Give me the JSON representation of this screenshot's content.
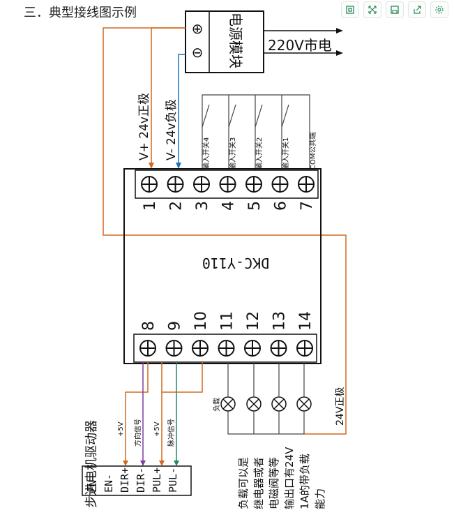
{
  "title": "三．典型接线图示例",
  "toolbar": {
    "icons": [
      "fit-screen-icon",
      "expand-icon",
      "save-icon",
      "share-icon",
      "settings-icon"
    ]
  },
  "power_module": {
    "label": "电源模块",
    "plus_symbol": "⊕",
    "minus_symbol": "⊖",
    "mains": "220V市电"
  },
  "supply_labels": {
    "v_plus": "V+ 24v正极",
    "v_minus": "V- 24v负极"
  },
  "input_switches": [
    "输入开关4",
    "输入开关3",
    "输入开关2",
    "输入开关1",
    "COM公共端"
  ],
  "controller": {
    "model": "DKC-Y110",
    "top_terminals": [
      "1",
      "2",
      "3",
      "4",
      "5",
      "6",
      "7"
    ],
    "bottom_terminals": [
      "8",
      "9",
      "10",
      "11",
      "12",
      "13",
      "14"
    ]
  },
  "signal_labels": {
    "plus5v_a": "+5V",
    "direction": "方向信号",
    "plus5v_b": "+5V",
    "pulse": "脉冲信号"
  },
  "load_label": "负载",
  "v24_positive": "24V正极",
  "driver": {
    "pins": [
      "EN+",
      "EN-",
      "DIR+",
      "DIR-",
      "PUL+",
      "PUL-"
    ],
    "label": "步进电机驱动器"
  },
  "notes": [
    "负载可以是",
    "继电器或者",
    "电磁阀等等",
    "输出口有24V",
    "1A的带负载",
    "能力"
  ],
  "colors": {
    "wire_orange": "#d2691e",
    "wire_blue": "#1f6fbf",
    "wire_purple": "#7b3fa0",
    "wire_green": "#1f8a5a",
    "line_gray": "#444444"
  }
}
